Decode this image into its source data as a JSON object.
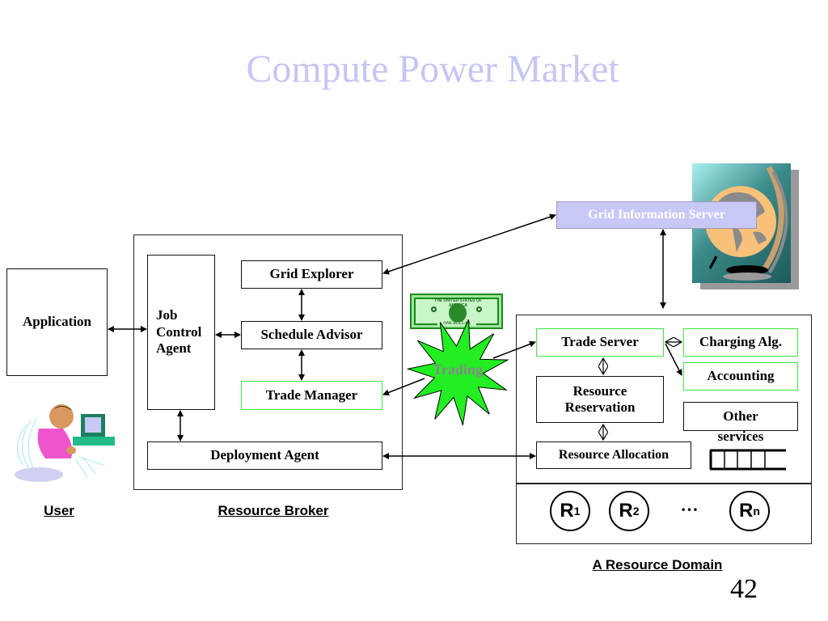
{
  "slide": {
    "title": "Compute Power Market",
    "page_number": "42"
  },
  "user": {
    "caption": "User",
    "illustration": "person-at-computer-icon"
  },
  "application": {
    "label": "Application"
  },
  "resource_broker": {
    "caption": "Resource Broker",
    "job_control_agent": "Job Control Agent",
    "grid_explorer": "Grid Explorer",
    "schedule_advisor": "Schedule Advisor",
    "trade_manager": "Trade Manager",
    "deployment_agent": "Deployment Agent"
  },
  "trading": {
    "label": "Trading",
    "dollar_bill_text": "THE UNITED STATES OF AMERICA",
    "dollar_bill_denomination": "ONE DOLLAR"
  },
  "grid_information_server": {
    "label": "Grid Information Server"
  },
  "resource_domain": {
    "caption": "A Resource Domain",
    "trade_server": "Trade Server",
    "charging_alg": "Charging Alg.",
    "accounting": "Accounting",
    "resource_reservation": "Resource Reservation",
    "other_services": "Other",
    "other_services_label": "services",
    "resource_allocation": "Resource Allocation",
    "resources": [
      {
        "name": "R",
        "sub": "1"
      },
      {
        "name": "R",
        "sub": "2"
      },
      {
        "name": "R",
        "sub": "n"
      }
    ],
    "ellipsis": "…"
  },
  "colors": {
    "title": "#c6c6f3",
    "green_border": "#3ce83c",
    "gis_fill": "#c8c8f6",
    "starburst": "#22ee22"
  }
}
